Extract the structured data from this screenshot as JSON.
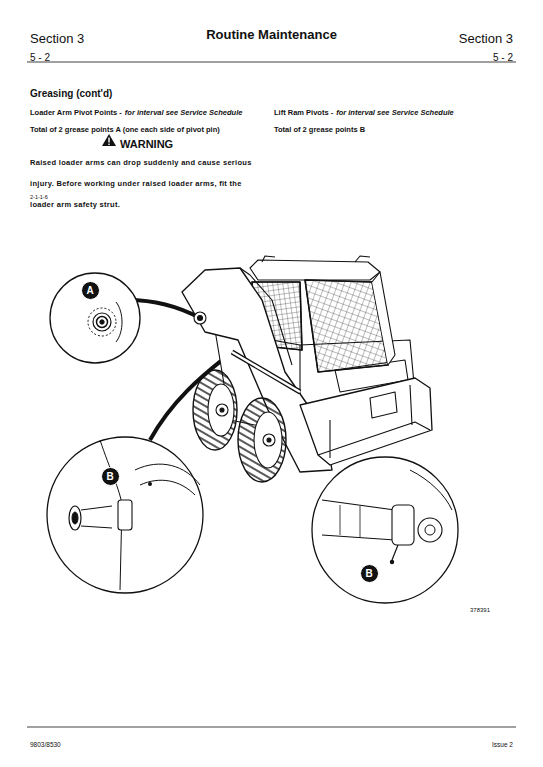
{
  "diagram": {
    "title": "Routine Maintenance",
    "nodes": [
      {
        "text": [
          "A"
        ]
      },
      {
        "text": [
          "B"
        ]
      },
      {
        "text": [
          "B"
        ]
      }
    ],
    "labels": [
      "Section 3",
      "5 - 2",
      "Section 3",
      "5 - 2",
      "Greasing (cont'd)",
      "Loader Arm Pivot Points -",
      "for interval see Service Schedule",
      "Total of 2 grease points A (one each side of pivot pin)",
      "Lift Ram Pivots -",
      "for interval see Service Schedule",
      "Total of 2 grease points B",
      "WARNING",
      "Raised loader arms can drop suddenly and cause serious injury. Before working under raised loader arms, fit the loader arm safety strut.",
      "2-1-1-6",
      "378391",
      "9803/8530",
      "Issue 2"
    ]
  }
}
